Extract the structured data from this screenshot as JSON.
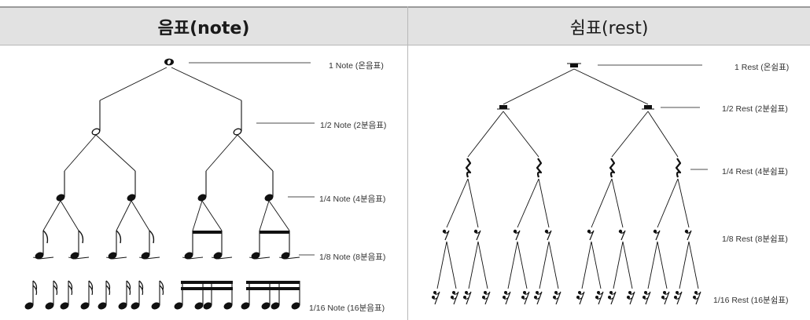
{
  "headers": {
    "note": "음표(note)",
    "rest": "쉼표(rest)"
  },
  "note_labels": [
    "1 Note (온음표)",
    "1/2 Note (2분음표)",
    "1/4 Note (4분음표)",
    "1/8 Note (8분음표)",
    "1/16 Note (16분음표)"
  ],
  "rest_labels": [
    "1 Rest (온쉼표)",
    "1/2 Rest (2분쉼표)",
    "1/4 Rest (4분쉼표)",
    "1/8 Rest (8분쉼표)",
    "1/16 Rest (16분쉼표)"
  ],
  "colors": {
    "ink": "#111111",
    "header_bg": "#e2e2e2"
  }
}
